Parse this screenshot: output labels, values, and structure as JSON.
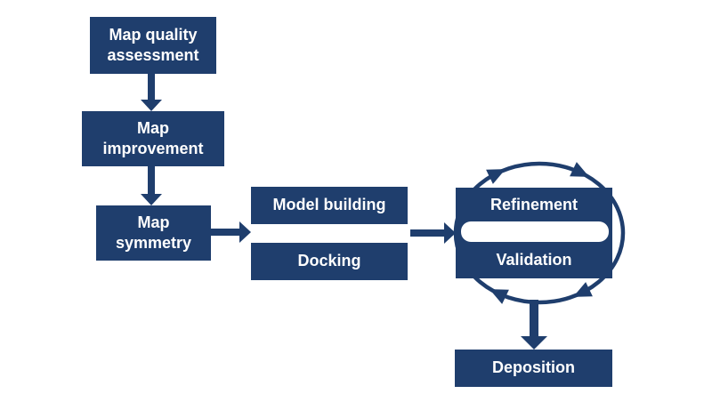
{
  "diagram": {
    "type": "flowchart",
    "background": "#ffffff",
    "box_color": "#1f3e6d",
    "text_color": "#ffffff",
    "boxes": {
      "map_quality": "Map quality\nassessment",
      "map_improvement": "Map\nimprovement",
      "map_symmetry": "Map\nsymmetry",
      "model_building": "Model building",
      "docking": "Docking",
      "refinement": "Refinement",
      "validation": "Validation",
      "deposition": "Deposition"
    },
    "connections": [
      {
        "from": "map_quality",
        "to": "map_improvement",
        "style": "arrow-down"
      },
      {
        "from": "map_improvement",
        "to": "map_symmetry",
        "style": "arrow-down"
      },
      {
        "from": "map_symmetry",
        "to": "model_building+docking",
        "style": "arrow-right"
      },
      {
        "from": "model_building+docking",
        "to": "refinement+validation",
        "style": "arrow-right"
      },
      {
        "from": "refinement+validation",
        "to": "deposition",
        "style": "arrow-down"
      },
      {
        "between": [
          "refinement",
          "validation"
        ],
        "style": "cycle-ellipse",
        "direction": "clockwise",
        "arrowheads": 4
      }
    ]
  }
}
